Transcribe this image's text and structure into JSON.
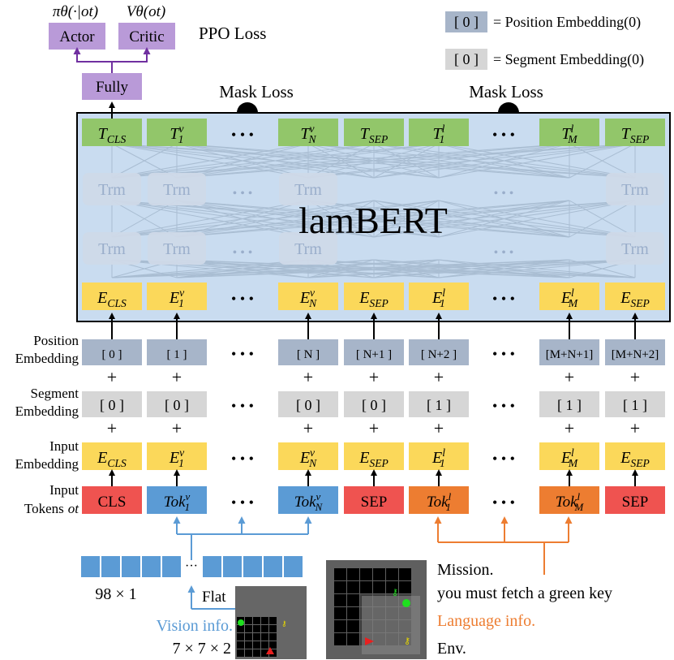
{
  "legend": {
    "position_token": "[ 0 ]",
    "position_text": "= Position Embedding(0)",
    "segment_token": "[ 0 ]",
    "segment_text": "= Segment Embedding(0)",
    "position_color": "#a7b5c9",
    "segment_color": "#d6d6d6"
  },
  "heads": {
    "actor": "Actor",
    "critic": "Critic",
    "actor_formula": "πθ(·|ot)",
    "critic_formula": "Vθ(ot)",
    "fully": "Fully",
    "ppo_loss": "PPO Loss",
    "purple": "#b99ad8"
  },
  "mask_loss": [
    "Mask Loss",
    "Mask Loss"
  ],
  "model": {
    "name": "lamBERT",
    "trm": "Trm",
    "bg": "#c9dcf0",
    "green": "#92c66a",
    "yellow": "#fbd85a",
    "outputs": [
      {
        "base": "T",
        "sub": "CLS",
        "sup": ""
      },
      {
        "base": "T",
        "sub": "1",
        "sup": "v"
      },
      {
        "base": "T",
        "sub": "N",
        "sup": "v"
      },
      {
        "base": "T",
        "sub": "SEP",
        "sup": ""
      },
      {
        "base": "T",
        "sub": "1",
        "sup": "l"
      },
      {
        "base": "T",
        "sub": "M",
        "sup": "l"
      },
      {
        "base": "T",
        "sub": "SEP",
        "sup": ""
      }
    ]
  },
  "row_labels": {
    "position": [
      "Position",
      "Embedding"
    ],
    "segment": [
      "Segment",
      "Embedding"
    ],
    "input_emb": [
      "Input",
      "Embedding"
    ],
    "tokens": [
      "Input",
      "Tokens"
    ],
    "tokens_var": "ot"
  },
  "ellipsis": "• • •",
  "plus": "+",
  "position_embeddings": [
    "[  0  ]",
    "[  1  ]",
    "[  N  ]",
    "[ N+1 ]",
    "[ N+2 ]",
    "[M+N+1]",
    "[M+N+2]"
  ],
  "segment_embeddings": [
    "[  0  ]",
    "[  0  ]",
    "[  0  ]",
    "[  0  ]",
    "[  1  ]",
    "[  1  ]",
    "[  1  ]"
  ],
  "input_embeddings": [
    {
      "base": "E",
      "sub": "CLS",
      "sup": ""
    },
    {
      "base": "E",
      "sub": "1",
      "sup": "v"
    },
    {
      "base": "E",
      "sub": "N",
      "sup": "v"
    },
    {
      "base": "E",
      "sub": "SEP",
      "sup": ""
    },
    {
      "base": "E",
      "sub": "1",
      "sup": "l"
    },
    {
      "base": "E",
      "sub": "M",
      "sup": "l"
    },
    {
      "base": "E",
      "sub": "SEP",
      "sup": ""
    }
  ],
  "tokens": [
    {
      "text": "CLS",
      "kind": "plain",
      "color": "#ef5350"
    },
    {
      "text": "Tok",
      "sub": "1",
      "sup": "v",
      "kind": "vision",
      "color": "#5b9bd5"
    },
    {
      "text": "Tok",
      "sub": "N",
      "sup": "v",
      "kind": "vision",
      "color": "#5b9bd5"
    },
    {
      "text": "SEP",
      "kind": "plain",
      "color": "#ef5350"
    },
    {
      "text": "Tok",
      "sub": "1",
      "sup": "l",
      "kind": "lang",
      "color": "#ed7d31"
    },
    {
      "text": "Tok",
      "sub": "M",
      "sup": "l",
      "kind": "lang",
      "color": "#ed7d31"
    },
    {
      "text": "SEP",
      "kind": "plain",
      "color": "#ef5350"
    }
  ],
  "bottom": {
    "flat_size": "98 × 1",
    "flat": "Flat",
    "vision_info": "Vision info.",
    "vision_size": "7 × 7 × 2",
    "mission": "Mission.",
    "instruction": "you must fetch a green key",
    "language_info": "Language info.",
    "env": "Env.",
    "blue": "#5b9bd5",
    "orange": "#ed7d31"
  }
}
